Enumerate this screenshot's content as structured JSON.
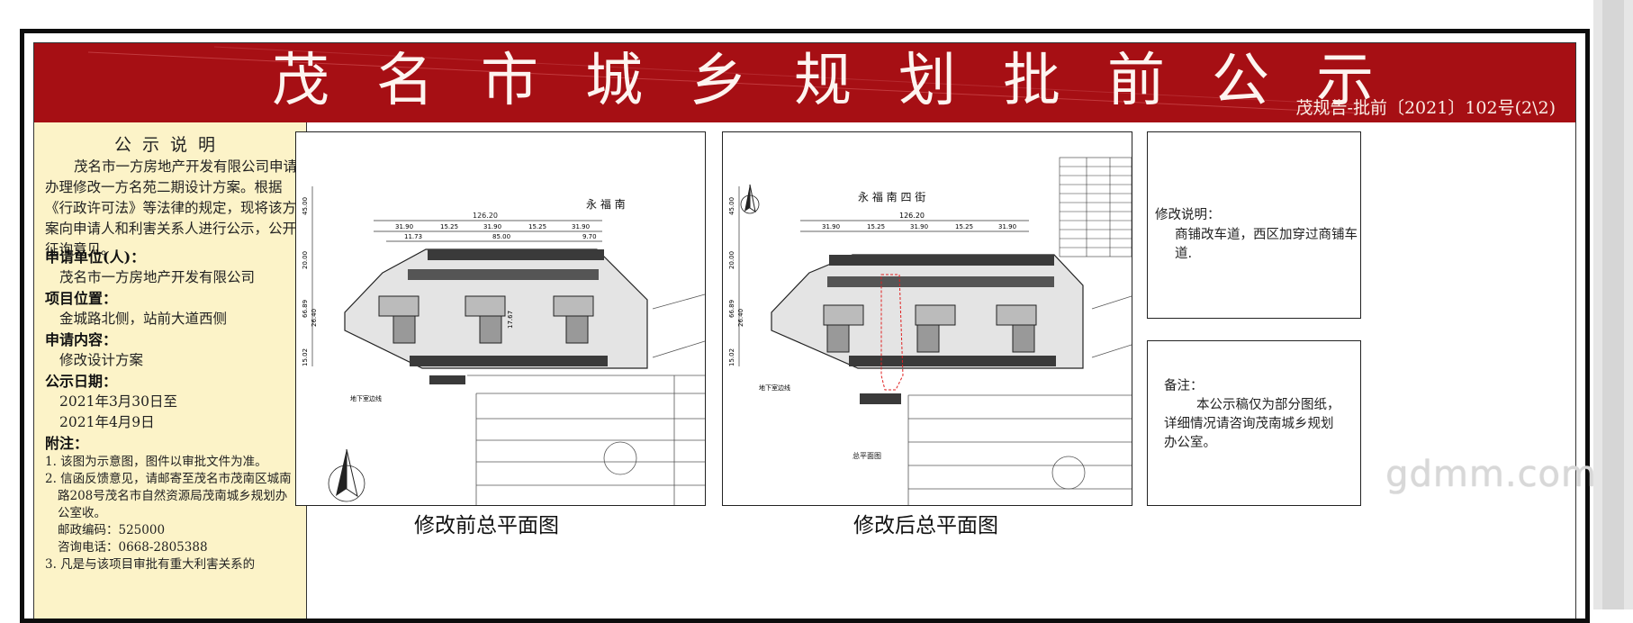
{
  "header": {
    "title": "茂名市城乡规划批前公示",
    "doc_no": "茂规告-批前〔2021〕102号(2\\2)"
  },
  "notice": {
    "heading": "公示说明",
    "intro": "茂名市一方房地产开发有限公司申请办理修改一方名苑二期设计方案。根据《行政许可法》等法律的规定，现将该方案向申请人和利害关系人进行公示，公开征询意见。",
    "applicant_label": "申请单位(人)：",
    "applicant": "茂名市一方房地产开发有限公司",
    "location_label": "项目位置：",
    "location": "金城路北侧，站前大道西侧",
    "content_label": "申请内容：",
    "content": "修改设计方案",
    "date_label": "公示日期：",
    "date_from": "2021年3月30日至",
    "date_to": "2021年4月9日",
    "notes_label": "附注：",
    "note1": "1. 该图为示意图，图件以审批文件为准。",
    "note2": "2. 信函反馈意见，请邮寄至茂名市茂南区城南路208号茂名市自然资源局茂南城乡规划办公室收。",
    "postcode": "邮政编码：525000",
    "phone": "咨询电话：0668-2805388",
    "note3": "3. 凡是与该项目审批有重大利害关系的"
  },
  "plans": {
    "before_caption": "修改前总平面图",
    "after_caption": "修改后总平面图",
    "road_before": "永  福  南",
    "road_after": "永  福  南  四  街",
    "dims": {
      "total": "126.20",
      "seg_a": "31.90",
      "seg_b": "15.25",
      "inner": "85.00",
      "left_sub": "11.73",
      "right_sub": "9.70",
      "v1": "45.00",
      "v2": "20.00",
      "v3": "66.89",
      "v4": "26.40",
      "v5": "15.02",
      "gap": "17.67"
    },
    "site_label": "总平面图",
    "basement_label": "地下室边线"
  },
  "remarks": {
    "change_title": "修改说明：",
    "change_body": "商铺改车道，西区加穿过商铺车道.",
    "memo_title": "备注：",
    "memo_body": "本公示稿仅为部分图纸，详细情况请咨询茂南城乡规划办公室。"
  },
  "watermark": "gdmm.com",
  "colors": {
    "header_red": "#a60f14",
    "side_yellow": "#fcf3c8",
    "highlight_red": "#e02020"
  }
}
